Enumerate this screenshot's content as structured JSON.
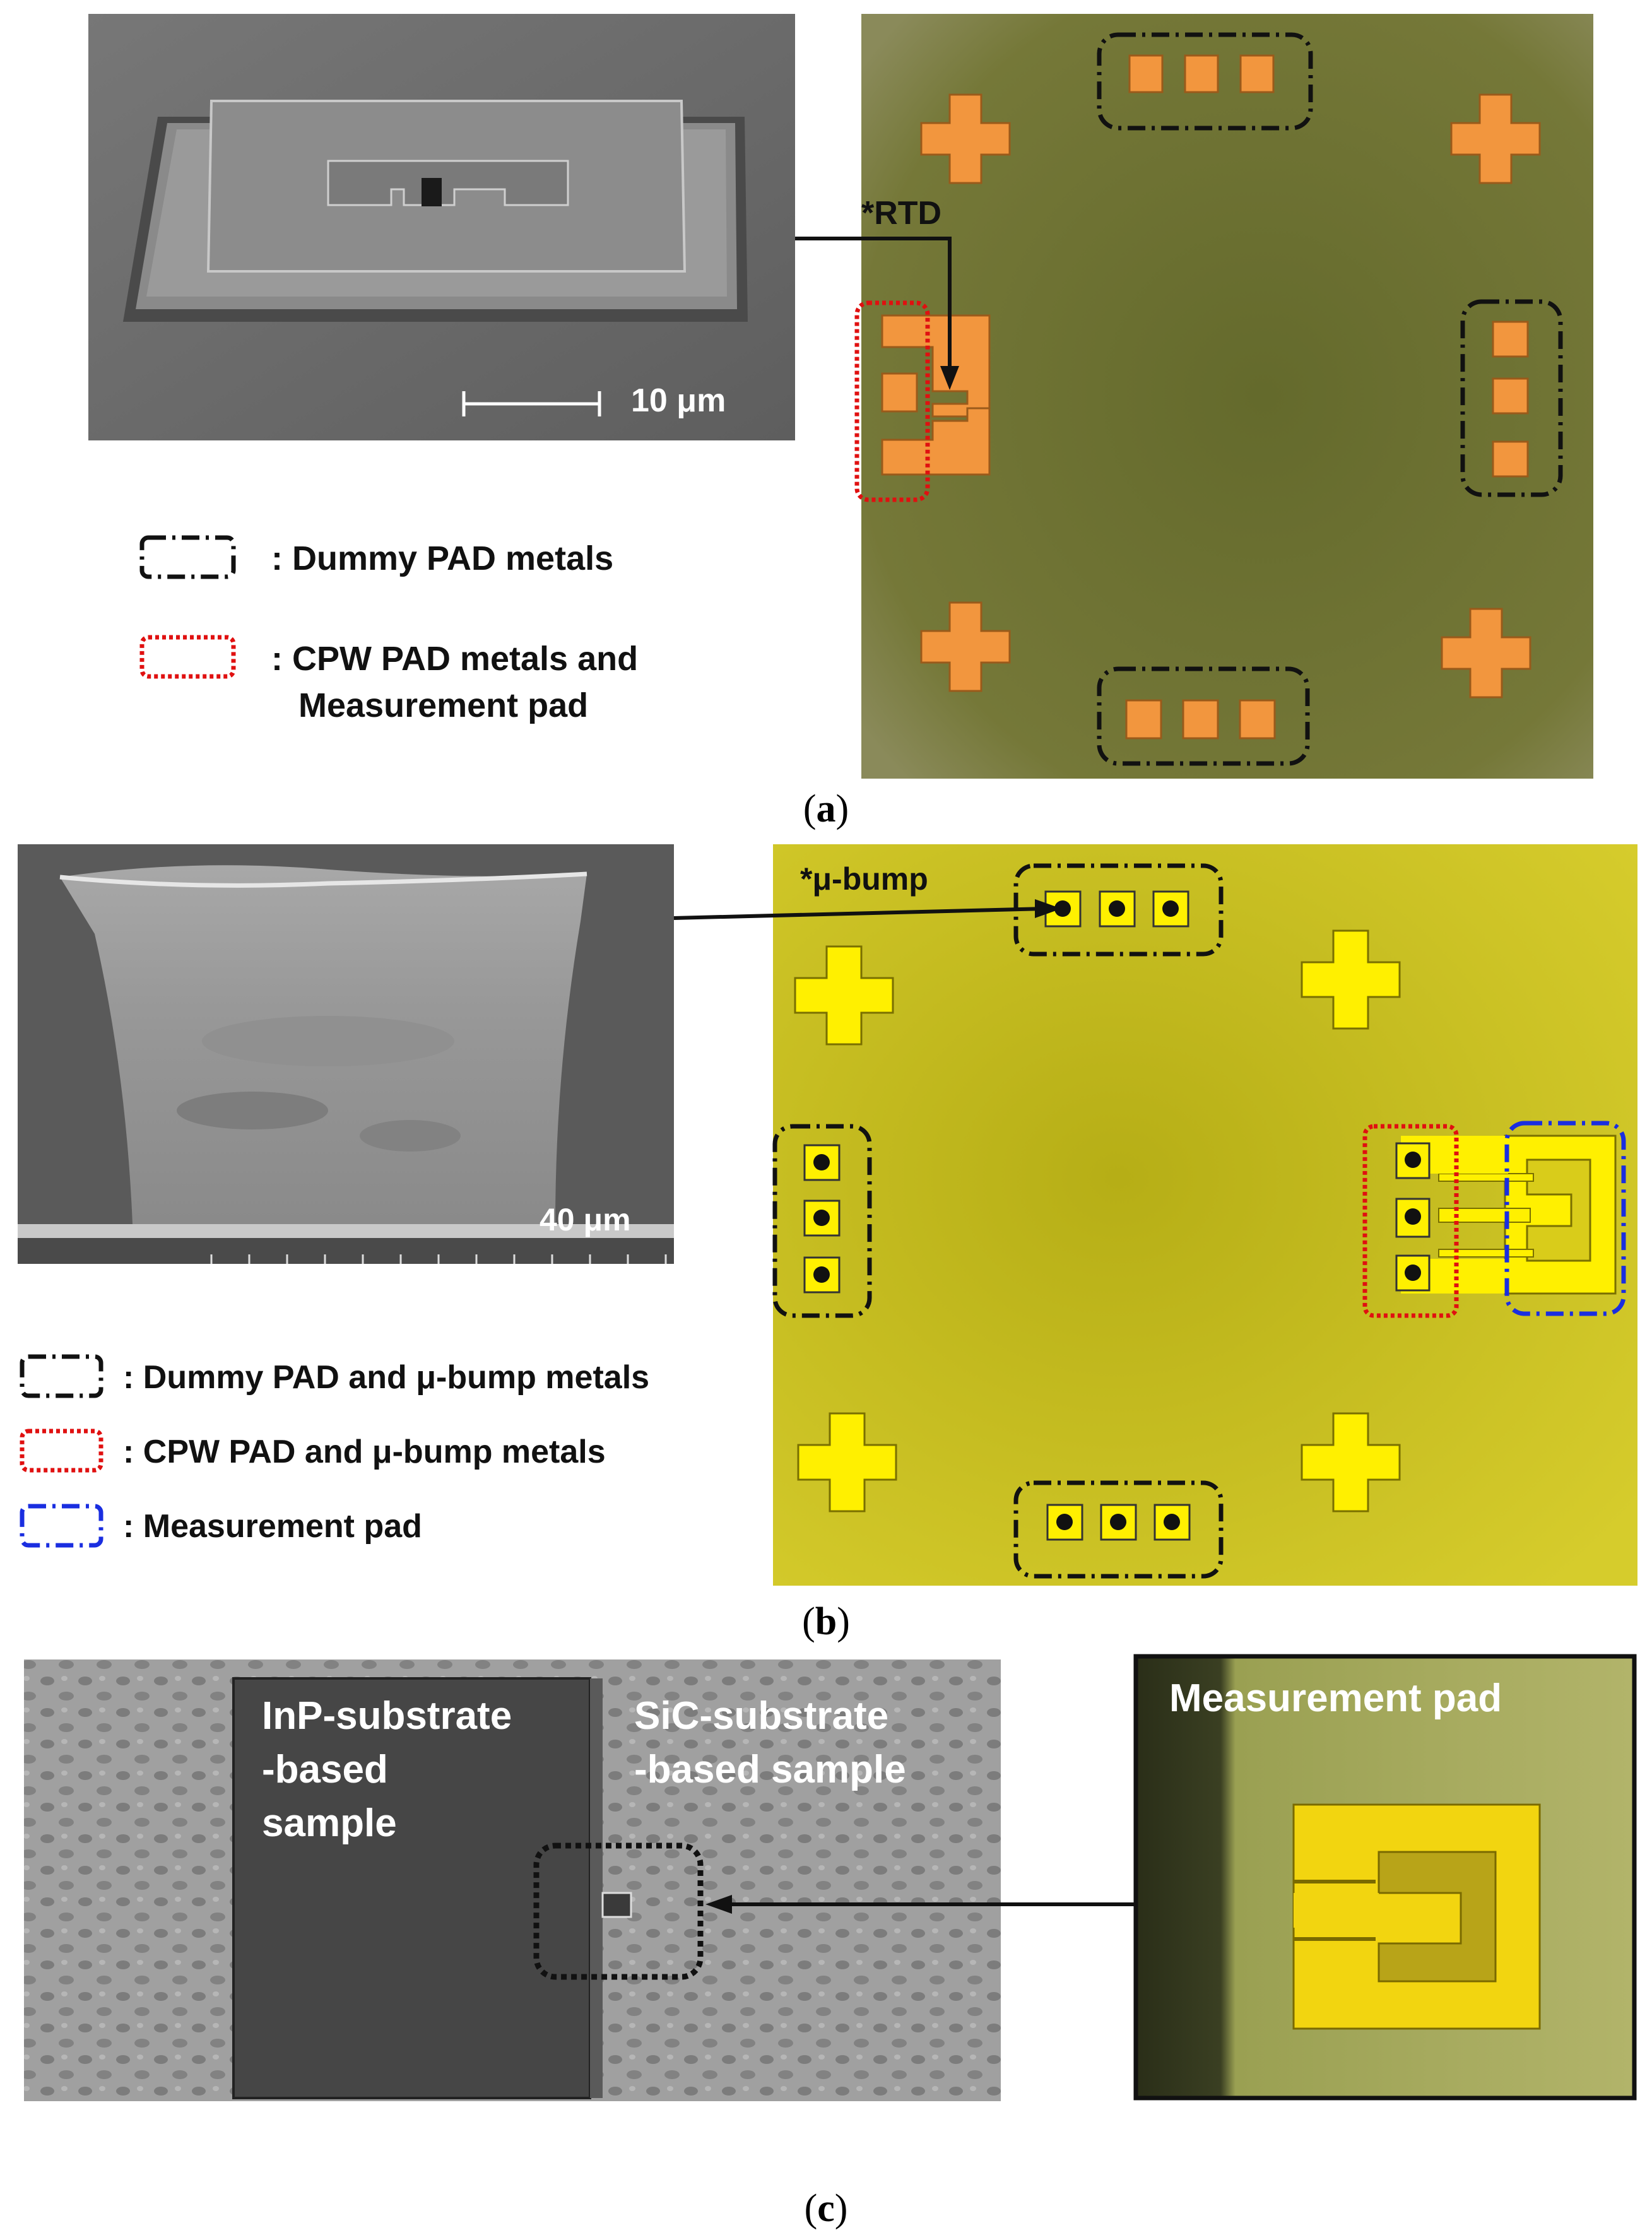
{
  "panel_a": {
    "rtd_label": "*RTD",
    "scale_bar": "10 μm",
    "legend": [
      {
        "style": "black-dash-dot",
        "text": ": Dummy PAD metals"
      },
      {
        "style": "red-dotted",
        "text": ": CPW PAD metals and"
      },
      {
        "style": "none",
        "text": "Measurement pad"
      }
    ],
    "caption_open": "(",
    "caption_letter": "a",
    "caption_close": ")",
    "colors": {
      "chip": "#6f7236",
      "pad": "#f2963e",
      "sem": "#6c6c6c"
    }
  },
  "panel_b": {
    "bump_label": "*μ-bump",
    "scale_bar": "40 μm",
    "legend": [
      {
        "style": "black-dash-dot",
        "text": ": Dummy PAD and μ-bump metals"
      },
      {
        "style": "red-dotted",
        "text": ": CPW PAD and μ-bump metals"
      },
      {
        "style": "blue-dash-dot",
        "text": ": Measurement pad"
      }
    ],
    "caption_open": "(",
    "caption_letter": "b",
    "caption_close": ")",
    "colors": {
      "chip": "#c9c020",
      "pad": "#fff000",
      "bump": "#111111"
    }
  },
  "panel_c": {
    "inp_label": [
      "InP-substrate",
      "-based",
      "sample"
    ],
    "sic_label": [
      "SiC-substrate",
      "-based sample"
    ],
    "measurement_label": "Measurement pad",
    "caption_open": "(",
    "caption_letter": "c",
    "caption_close": ")",
    "colors": {
      "board": "#9a9a9a",
      "inp": "#454545",
      "pad": "#f2d510"
    }
  }
}
